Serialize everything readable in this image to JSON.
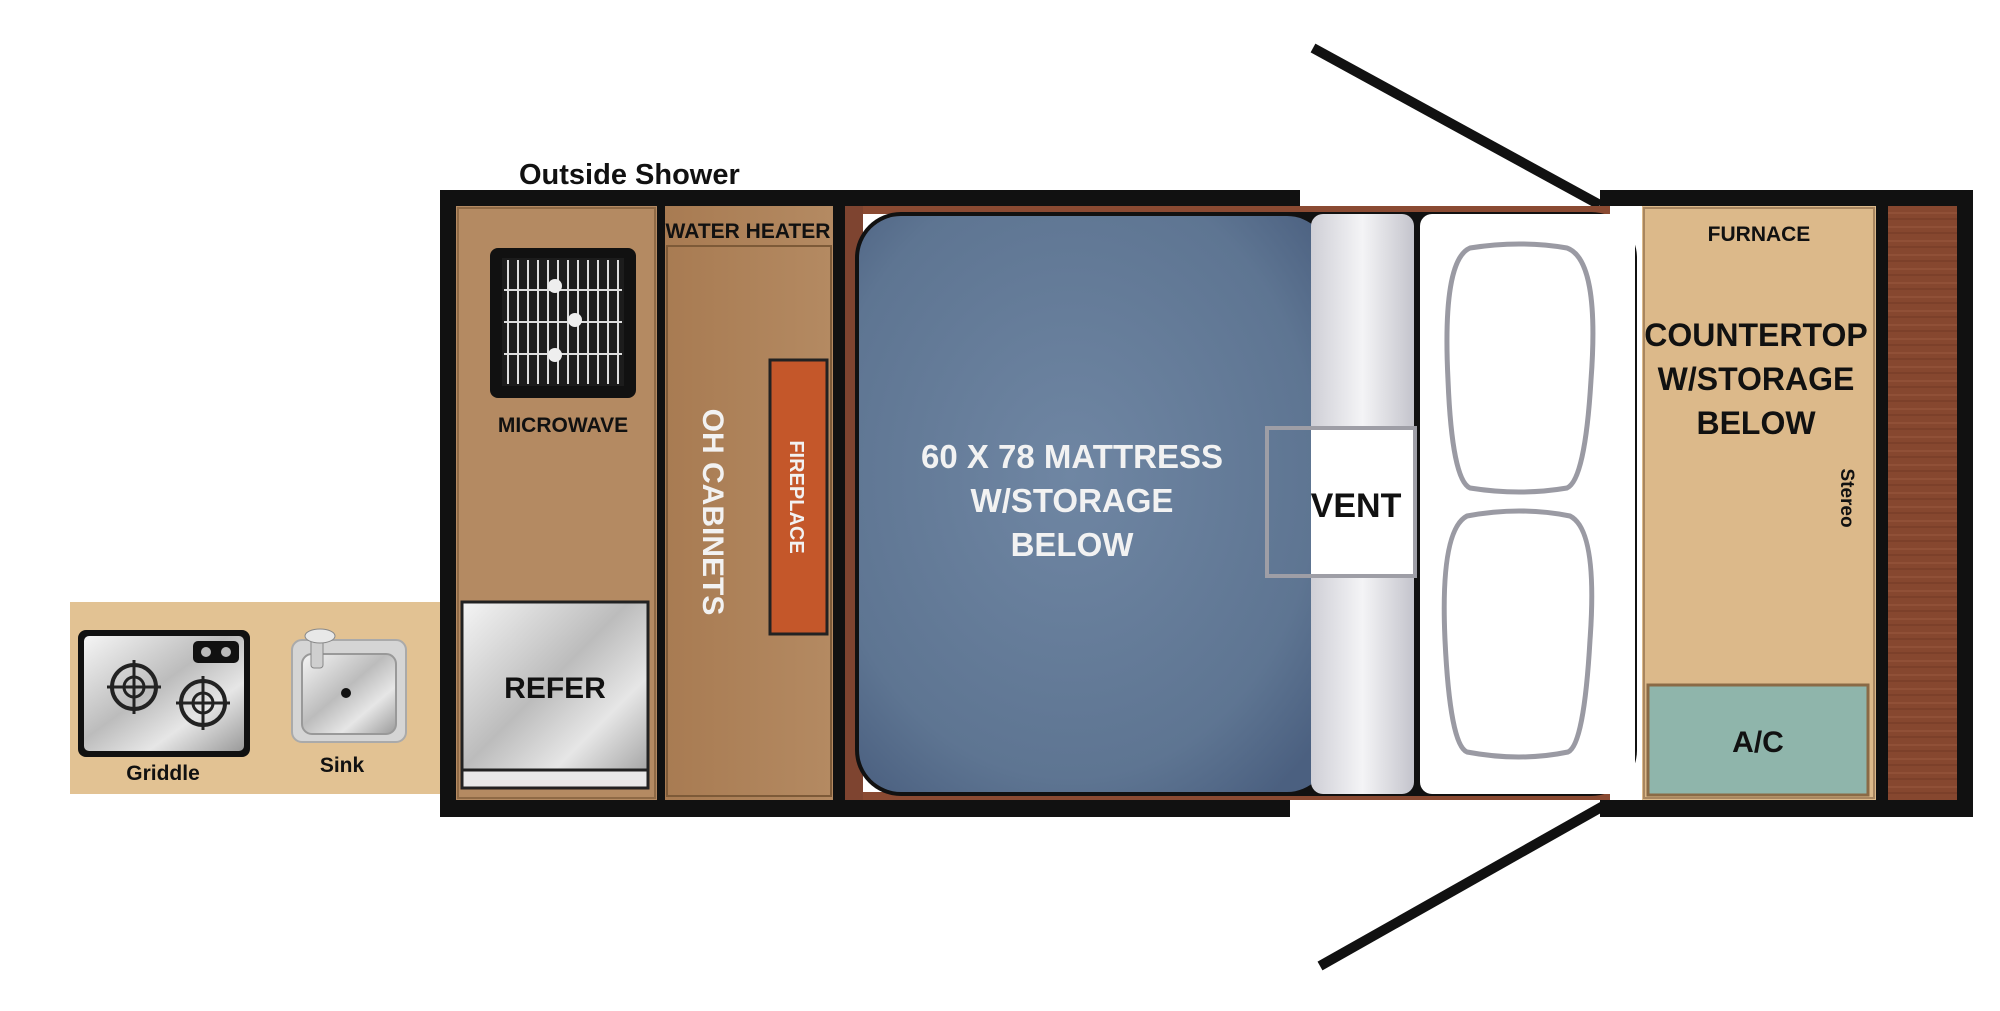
{
  "labels": {
    "outside_shower": "Outside Shower",
    "water_heater": "WATER HEATER",
    "microwave": "MICROWAVE",
    "oh_cabinets": "OH CABINETS",
    "fireplace": "FIREPLACE",
    "refer": "REFER",
    "mattress_line1": "60 X 78 MATTRESS",
    "mattress_line2": "W/STORAGE",
    "mattress_line3": "BELOW",
    "vent": "VENT",
    "furnace": "FURNACE",
    "countertop_line1": "COUNTERTOP",
    "countertop_line2": "W/STORAGE",
    "countertop_line3": "BELOW",
    "stereo": "Stereo",
    "ac": "A/C",
    "griddle": "Griddle",
    "sink": "Sink"
  },
  "colors": {
    "wall": "#111111",
    "kitchen_cabinet": "#b48a62",
    "oh_cabinet": "#a87b52",
    "countertop": "#dcb98a",
    "mattress": "#5f7591",
    "fireplace": "#c4572a",
    "ac": "#8fb5ab",
    "wood_floor": "#8a4a32",
    "outside_counter": "#e2c293"
  }
}
